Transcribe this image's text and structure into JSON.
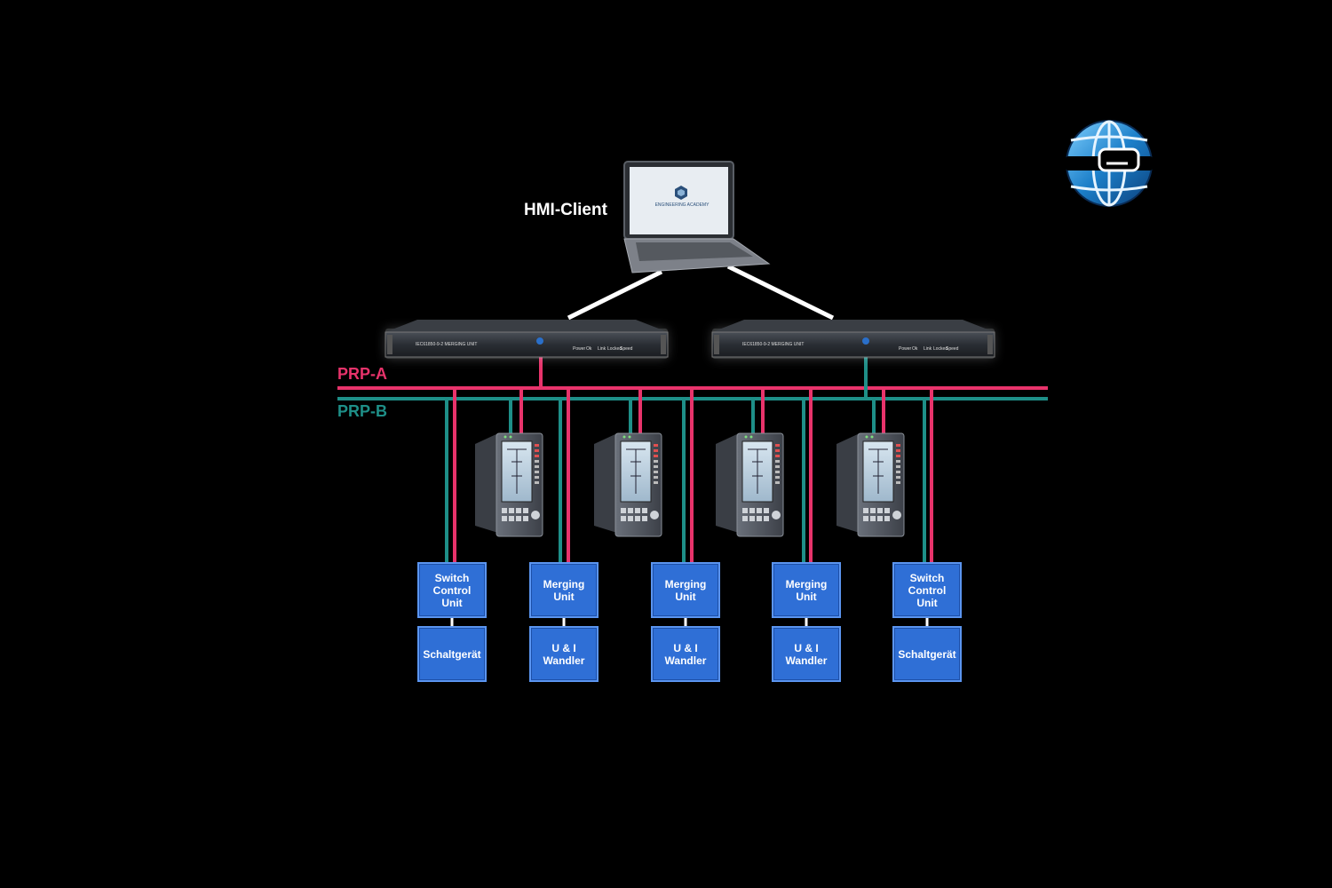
{
  "labels": {
    "hmi_client": "HMI-Client",
    "prp_a": "PRP-A",
    "prp_b": "PRP-B"
  },
  "switches": [
    {
      "model_label": "IEC61850-9-2 MERGING UNIT",
      "led_labels": [
        "Power",
        "Ok",
        "Link",
        "Locked",
        "Speed"
      ]
    },
    {
      "model_label": "IEC61850-9-2 MERGING UNIT",
      "led_labels": [
        "Power",
        "Ok",
        "Link",
        "Locked",
        "Speed"
      ]
    }
  ],
  "field_units": [
    {
      "top": "Switch\nControl\nUnit",
      "bottom": "Schaltgerät"
    },
    {
      "top": "Merging\nUnit",
      "bottom": "U & I\nWandler"
    },
    {
      "top": "Merging\nUnit",
      "bottom": "U & I\nWandler"
    },
    {
      "top": "Merging\nUnit",
      "bottom": "U & I\nWandler"
    },
    {
      "top": "Switch\nControl\nUnit",
      "bottom": "Schaltgerät"
    }
  ],
  "laptop_screen_text": "ENGINEERING ACADEMY",
  "icons": [
    "globe-logo-icon",
    "laptop-icon",
    "network-switch-icon",
    "protection-relay-icon"
  ],
  "colors": {
    "background": "#000000",
    "prp_a": "#e8336b",
    "prp_b": "#1e8f88",
    "unit_box": "#2f6fd6",
    "unit_border": "#5b95f0",
    "link": "#ffffff"
  }
}
